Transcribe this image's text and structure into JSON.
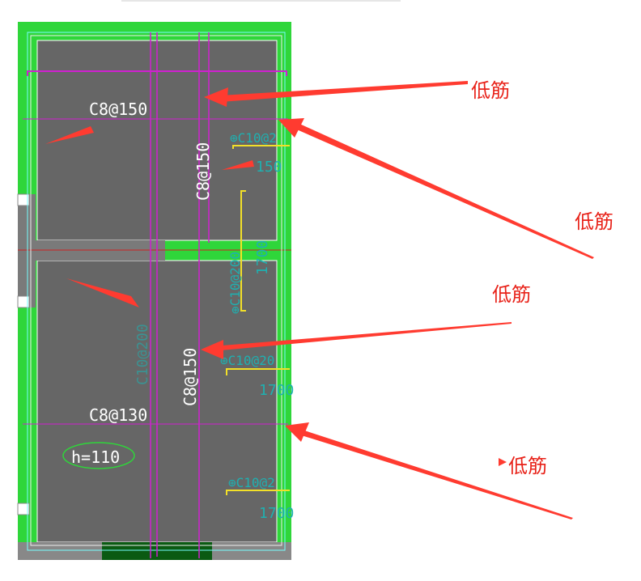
{
  "drawing": {
    "labels": {
      "slab_top_x": "C8@150",
      "slab_top_y": "C8@150",
      "slab_bottom_x": "C8@130",
      "slab_bottom_y": "C8@150",
      "slab_bottom_y_faint": "C10@200",
      "thickness": "h=110",
      "cyan_a": "⊕C10@2",
      "cyan_a_len": "150",
      "cyan_b": "⊕C10@200",
      "cyan_b_len": "1700",
      "cyan_c": "⊕C10@20",
      "cyan_c_len": "1700",
      "cyan_d": "⊕C10@2",
      "cyan_d_len": "1700"
    },
    "annotations": {
      "note_1": "低筋",
      "note_2": "低筋",
      "note_3": "低筋",
      "note_4": "低筋"
    },
    "colors": {
      "slab": "#666666",
      "beam": "#2fd63a",
      "rebar": "#d020d0",
      "cyan_text": "#1fb0b0",
      "annotation": "#ff3b30",
      "steel_yellow": "#f2e028"
    }
  }
}
